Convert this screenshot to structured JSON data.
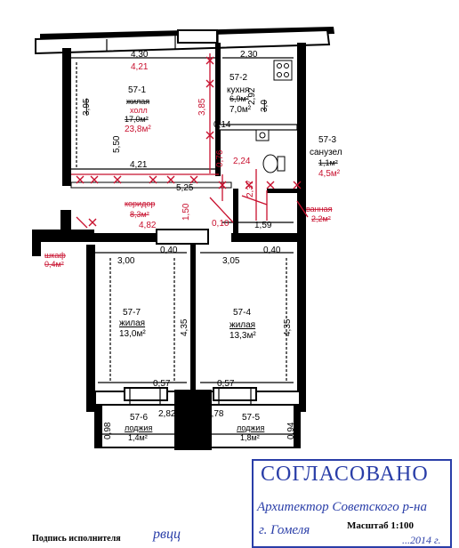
{
  "rooms": {
    "kitchen_living": {
      "id": "57-1",
      "type": "жилая",
      "new_type": "холл",
      "area_old": "17,0м²",
      "area_new": "23,8м²"
    },
    "kitchen": {
      "id": "57-2",
      "type": "кухня",
      "area_old": "6,9м²",
      "area_new": "7,0м²"
    },
    "bathroom": {
      "id": "57-3",
      "type": "санузел",
      "area_old": "1,1м²",
      "area_new": "4,5м²"
    },
    "bath2": {
      "type": "ванная",
      "area": "2,2м²"
    },
    "corridor": {
      "type": "коридор",
      "area": "8,3м²"
    },
    "closet": {
      "type": "шкаф",
      "area": "0,4м²"
    },
    "room7": {
      "id": "57-7",
      "type": "жилая",
      "area": "13,0м²"
    },
    "room4": {
      "id": "57-4",
      "type": "жилая",
      "area": "13,3м²"
    },
    "loggia6": {
      "id": "57-6",
      "type": "лоджия",
      "area": "1,4м²"
    },
    "loggia5": {
      "id": "57-5",
      "type": "лоджия",
      "area": "1,8м²"
    }
  },
  "dimensions": {
    "top_left_old": "4,30",
    "top_left_new": "4,21",
    "top_right": "2,30",
    "left_height": "3,95",
    "left_inner": "5,50",
    "mid_vertical": "3,85",
    "kitchen_h1": "2,92",
    "kitchen_h2": "3,0",
    "d014": "0,14",
    "d421": "4,21",
    "d525": "5,25",
    "d076": "0,76",
    "d224": "2,24",
    "d237": "2,37",
    "d482": "4,82",
    "d150": "1,50",
    "d010": "0,10",
    "d159": "1,59",
    "d300": "3,00",
    "d040a": "0,40",
    "d305": "3,05",
    "d040b": "0,40",
    "d435a": "4,35",
    "d435b": "4,35",
    "d057a": "0,57",
    "d057b": "0,57",
    "d098": "0,98",
    "d282": "2,82",
    "d278": "2,78",
    "d094": "0,94"
  },
  "stamp": {
    "title": "СОГЛАСОВАНО",
    "line1": "Архитектор Советского р-на",
    "line2": "г. Гомеля"
  },
  "scale": "Масштаб 1:100",
  "signature_label": "Подпись исполнителя",
  "signature_hand": "рвцц",
  "date_hand": "...2014 г."
}
